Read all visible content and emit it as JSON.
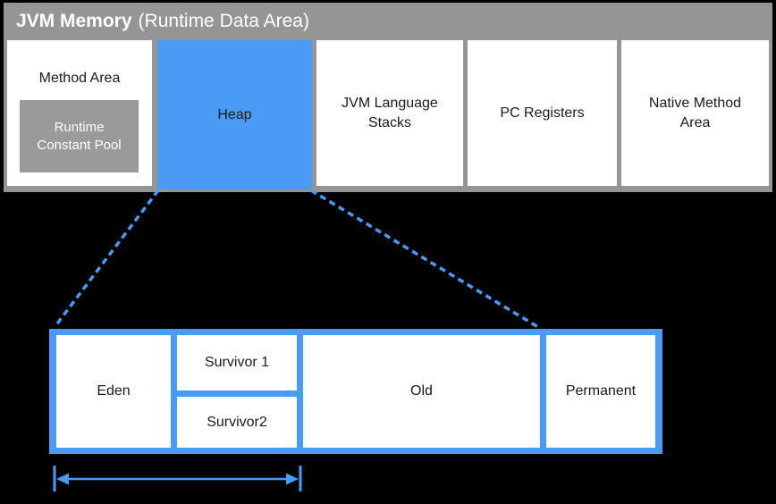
{
  "header": {
    "title_bold": "JVM Memory",
    "title_rest": "(Runtime Data Area)"
  },
  "memory_areas": {
    "method_area": "Method Area",
    "runtime_constant_pool": "Runtime Constant Pool",
    "heap": "Heap",
    "jvm_language_stacks": "JVM Language Stacks",
    "pc_registers": "PC Registers",
    "native_method_area": "Native Method Area"
  },
  "heap_detail": {
    "eden": "Eden",
    "survivor1": "Survivor 1",
    "survivor2": "Survivor2",
    "old": "Old",
    "permanent": "Permanent"
  },
  "colors": {
    "background": "#000000",
    "panel_gray": "#959595",
    "constant_pool_gray": "#9a9a9a",
    "heap_blue": "#4a9bf5",
    "box_white": "#ffffff",
    "title_text": "#ffffff",
    "label_text": "#1a1a1a"
  }
}
